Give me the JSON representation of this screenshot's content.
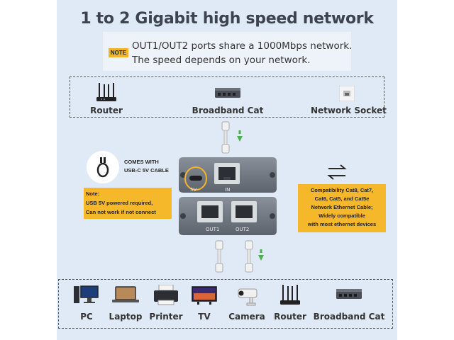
{
  "title": "1 to 2 Gigabit high speed network",
  "note": {
    "tag": "NOTE",
    "line1": "OUT1/OUT2  ports share a 1000Mbps network.",
    "line2": "The speed depends on your network."
  },
  "top_devices": [
    {
      "label": "Router",
      "icon": "router-icon"
    },
    {
      "label": "Broadband Cat",
      "icon": "network-switch-icon"
    },
    {
      "label": "Network Socket",
      "icon": "network-socket-icon"
    }
  ],
  "cable_info": {
    "line1": "COMES WITH",
    "line2": "USB-C 5V CABLE"
  },
  "power_note": {
    "line1": "Note:",
    "line2": "USB 5V powered required,",
    "line3": "Can not work if not connect"
  },
  "compatibility": {
    "line1": "Compatibility Cat8, Cat7,",
    "line2": "Cat6, Cat5, and Cat5e",
    "line3": "Network Ethernet Cable;",
    "line4": "Widely compatible",
    "line5": "with  most ethernet devices"
  },
  "ports": {
    "power": "5V",
    "input": "IN",
    "out1": "OUT1",
    "out2": "OUT2"
  },
  "bottom_devices": [
    {
      "label": "PC",
      "icon": "pc-icon"
    },
    {
      "label": "Laptop",
      "icon": "laptop-icon"
    },
    {
      "label": "Printer",
      "icon": "printer-icon"
    },
    {
      "label": "TV",
      "icon": "tv-icon"
    },
    {
      "label": "Camera",
      "icon": "security-camera-icon"
    },
    {
      "label": "Router",
      "icon": "router-icon"
    },
    {
      "label": "Broadband Cat",
      "icon": "network-switch-icon"
    }
  ],
  "colors": {
    "panel_background": "#dfeaf6",
    "highlight_yellow": "#f6b82b",
    "arrow_green": "#4caf50",
    "device_gray": "#7b828c"
  }
}
